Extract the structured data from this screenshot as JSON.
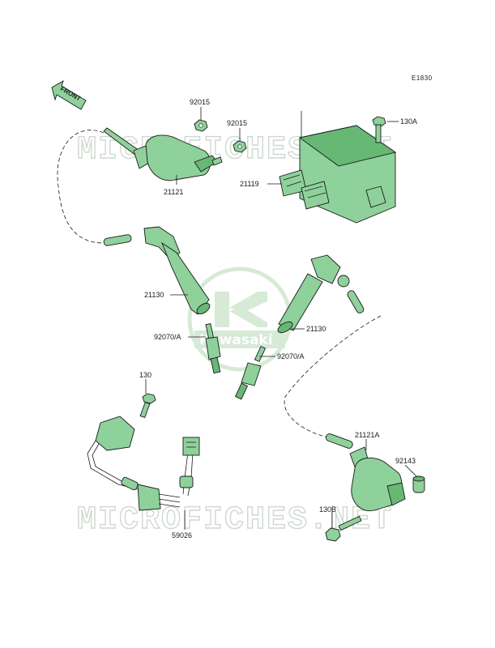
{
  "diagram": {
    "code": "E1830",
    "front_label": "FRONT",
    "watermark": "MICROFICHES.NET",
    "logo_text": "Kawasaki",
    "parts": [
      {
        "id": "p92015a",
        "label": "92015"
      },
      {
        "id": "p92015b",
        "label": "92015"
      },
      {
        "id": "p130a",
        "label": "130A"
      },
      {
        "id": "p21121",
        "label": "21121"
      },
      {
        "id": "p21119",
        "label": "21119"
      },
      {
        "id": "p21130a",
        "label": "21130"
      },
      {
        "id": "p21130b",
        "label": "21130"
      },
      {
        "id": "p92070a",
        "label": "92070/A"
      },
      {
        "id": "p92070b",
        "label": "92070/A"
      },
      {
        "id": "p130",
        "label": "130"
      },
      {
        "id": "p21121a",
        "label": "21121A"
      },
      {
        "id": "p92143",
        "label": "92143"
      },
      {
        "id": "p130b",
        "label": "130B"
      },
      {
        "id": "p59026",
        "label": "59026"
      }
    ]
  }
}
